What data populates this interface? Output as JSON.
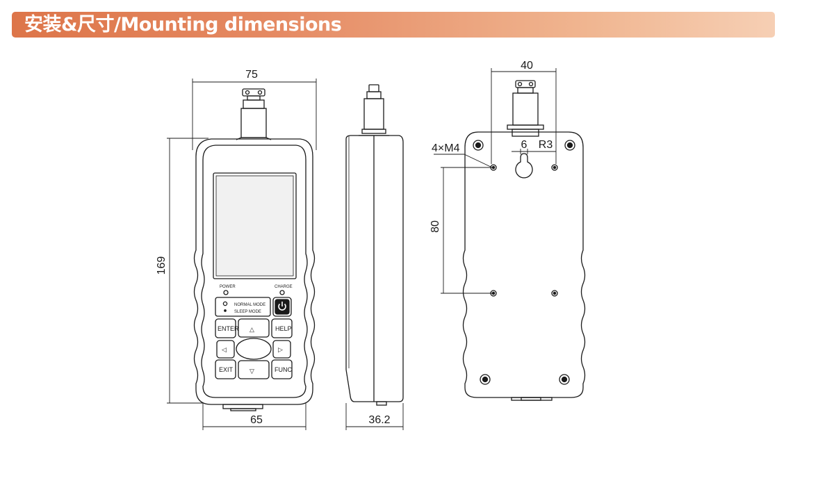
{
  "header": {
    "title": "安装&尺寸/Mounting dimensions",
    "accent_color": "#dd7549"
  },
  "front_view": {
    "dim_width_top": "75",
    "dim_height": "169",
    "dim_width_bottom": "65",
    "labels": {
      "power": "POWER",
      "charge": "CHARGE",
      "normal_mode": "NORMAL  MODE",
      "sleep_mode": "SLEEP  MODE"
    },
    "keys": {
      "enter": "ENTER",
      "help": "HELP",
      "exit": "EXIT",
      "func": "FUNC",
      "up": "△",
      "down": "▽",
      "left": "◁",
      "right": "▷"
    }
  },
  "side_view": {
    "dim_depth": "36.2"
  },
  "back_view": {
    "dim_hole_spacing_h": "40",
    "dim_hole_spacing_v": "80",
    "dim_slot_width": "6",
    "dim_slot_radius": "R3",
    "screw_label": "4×M4"
  }
}
